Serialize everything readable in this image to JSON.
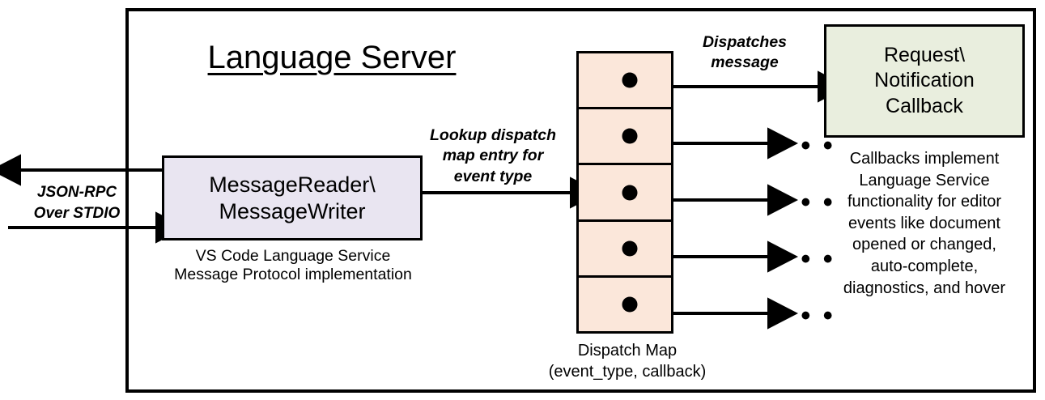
{
  "diagram": {
    "title": "Language Server",
    "frame_name": "language-server-boundary"
  },
  "external_io": {
    "protocol_label": "JSON-RPC\nOver STDIO",
    "outbound_arrow": "arrow-left-out",
    "inbound_arrow": "arrow-right-in"
  },
  "message_io": {
    "box_label": "MessageReader\\\nMessageWriter",
    "caption": "VS Code Language Service\nMessage Protocol implementation"
  },
  "lookup": {
    "label": "Lookup dispatch\nmap entry for\nevent type"
  },
  "dispatch_map": {
    "caption": "Dispatch Map\n(event_type, callback)",
    "rows": [
      {
        "dot": "callback-dot",
        "target": "request-notification-callback"
      },
      {
        "dot": "callback-dot",
        "target": "ellipsis"
      },
      {
        "dot": "callback-dot",
        "target": "ellipsis"
      },
      {
        "dot": "callback-dot",
        "target": "ellipsis"
      },
      {
        "dot": "callback-dot",
        "target": "ellipsis"
      }
    ],
    "ellipsis_glyph": "• • •"
  },
  "dispatch": {
    "label": "Dispatches\nmessage"
  },
  "callback": {
    "box_label": "Request\\\nNotification\nCallback",
    "caption": "Callbacks implement\nLanguage Service\nfunctionality for editor\nevents like document\nopened or changed,\nauto-complete,\ndiagnostics, and hover"
  },
  "colors": {
    "message_box_fill": "#E9E5F1",
    "dispatch_map_fill": "#FBE7DA",
    "callback_box_fill": "#E9EEDE",
    "stroke": "#000000",
    "background": "#FFFFFF"
  }
}
